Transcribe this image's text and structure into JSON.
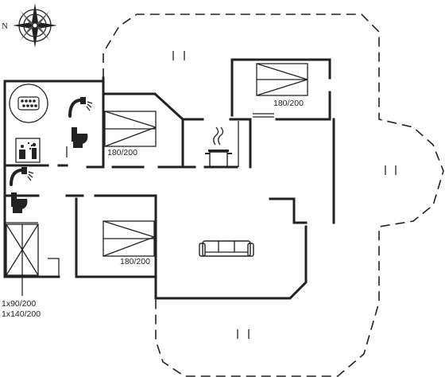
{
  "compass": {
    "north_letter": "N"
  },
  "rooms": {
    "bedroom_top": {
      "bed_label": "180/200"
    },
    "bedroom_upper_right": {
      "bed_label": "180/200"
    },
    "bedroom_middle": {
      "bed_label": "180/200"
    },
    "bunk_room": {
      "bed_label_1": "1x90/200",
      "bed_label_2": "1x140/200"
    }
  }
}
